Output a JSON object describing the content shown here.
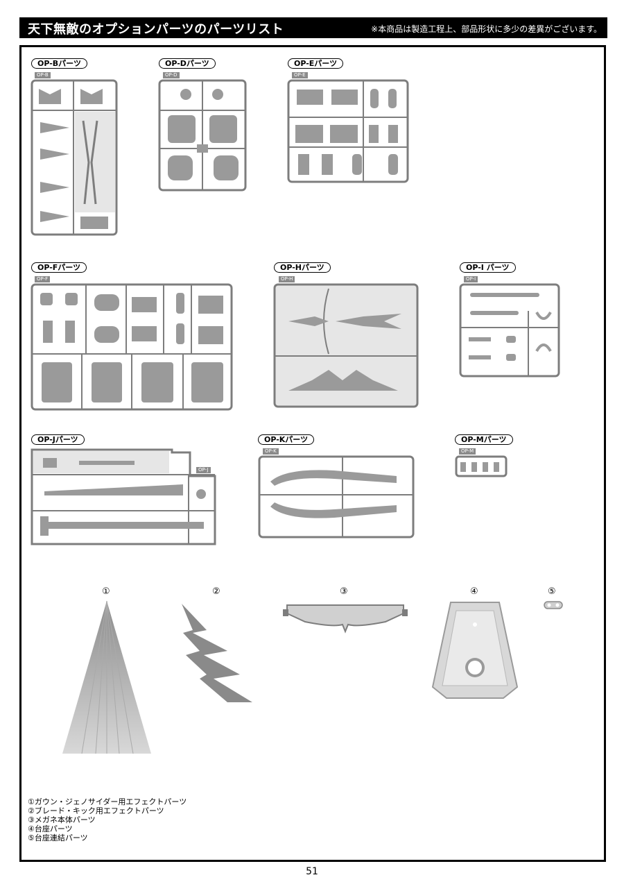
{
  "header": {
    "title": "天下無敵のオプションパーツのパーツリスト",
    "note": "※本商品は製造工程上、部品形状に多少の差異がございます。"
  },
  "sprues": [
    {
      "label": "OP-Bパーツ",
      "tag": "OP-B"
    },
    {
      "label": "OP-Dパーツ",
      "tag": "OP-D"
    },
    {
      "label": "OP-Eパーツ",
      "tag": "OP-E"
    },
    {
      "label": "OP-Fパーツ",
      "tag": "OP-F"
    },
    {
      "label": "OP-Hパーツ",
      "tag": "OP-H"
    },
    {
      "label": "OP-I パーツ",
      "tag": "OP-I"
    },
    {
      "label": "OP-Jパーツ",
      "tag": "OP-J"
    },
    {
      "label": "OP-Kパーツ",
      "tag": "OP-K"
    },
    {
      "label": "OP-Mパーツ",
      "tag": "OP-M"
    }
  ],
  "parts_numbers": [
    "①",
    "②",
    "③",
    "④",
    "⑤"
  ],
  "legend": [
    "①ガウン・ジェノサイダー用エフェクトパーツ",
    "②ブレード・キック用エフェクトパーツ",
    "③メガネ本体パーツ",
    "④台座パーツ",
    "⑤台座連結パーツ"
  ],
  "page_number": "51",
  "colors": {
    "sprue_fill": "#9a9a9a",
    "sprue_frame": "#7d7d7d",
    "panel_bg": "#e6e6e6"
  }
}
